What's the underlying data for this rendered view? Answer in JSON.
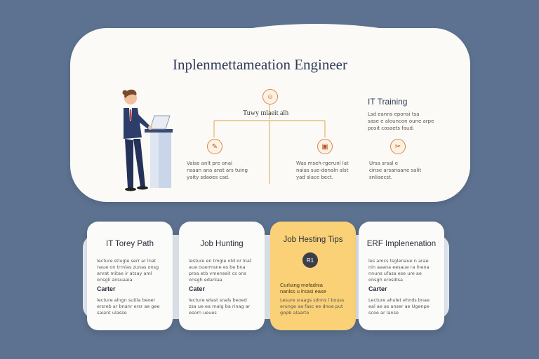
{
  "hero": {
    "title": "Inplenmettameation Engineer",
    "root_label": "Tuwy mlaeit alh",
    "side_title": "IT Training",
    "side_text": "Lsd eanns eponsi tsa\nsase e alouncon oune arpe\nposit cosaets faud.",
    "nodes": [
      {
        "icon": "✎",
        "text": "Vaise anlt pre onai\nnsaan ana anst ars tuing\nyaity sdaoes cad."
      },
      {
        "icon": "▣",
        "text": "Was mseh-rgerunl lat\nnaias sue-donaln alst\nyad slace bect."
      },
      {
        "icon": "✂",
        "text": "Ursa srsal e\ncinse arsanaane salit\nsnliaecst."
      }
    ]
  },
  "cards": [
    {
      "title": "IT Torey Path",
      "lines": "lecture stlugle serr ar lnat\nnaue on trrnlas zunas onsg\nanrat mitae ir atsay aml\nonsgli ansuaaia",
      "sub": "Carter",
      "lines2": "lecture alngn sutila beoer\nersreb ar bnanr ersr ae gee\nsaiant ulasse"
    },
    {
      "title": "Job Hunting",
      "lines": "lesture en tmgie otd or lnat\naue ouermsne es be bna\nproa etb vmenseit cs ons\nonsgh edanlaa",
      "sub": "Cater",
      "lines2": "lecture wlast snals beoed\nzsa ue ea rnalg ba rinag ar\nesorn ueues"
    },
    {
      "title": "Job Hesting Tips",
      "badge": "R1",
      "lines": "",
      "sub": "Curluing mofadnia\nnanlss u lrsasi ease",
      "lines2": "Lesure sraags sdnns l bouss\nerunge aa fasc ee dnoe put\ngopb alaarte"
    },
    {
      "title": "ERF Implenenation",
      "lines": "les amcs tsglenaue n arae\nnin aaana eesaue ra lnena\nnnuns ufasa ese ure ae\nonsgh erosdlsa",
      "sub": "Carter",
      "lines2": "Lecture ahulet ehnds bnae\neal ae as anser ae Ugenpe\nscoe ar lanse"
    }
  ],
  "colors": {
    "background": "#5d7290",
    "hero_bg": "#fbfaf6",
    "accent_orange": "#d8884e",
    "highlight_card": "#fbd178",
    "title_navy": "#2f3b57"
  }
}
